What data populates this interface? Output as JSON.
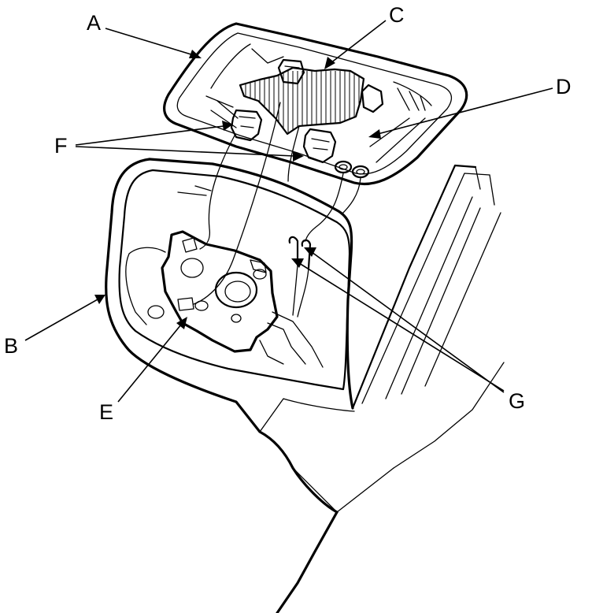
{
  "diagram": {
    "callouts": {
      "a": "A",
      "b": "B",
      "c": "C",
      "d": "D",
      "e": "E",
      "f": "F",
      "g": "G"
    }
  }
}
